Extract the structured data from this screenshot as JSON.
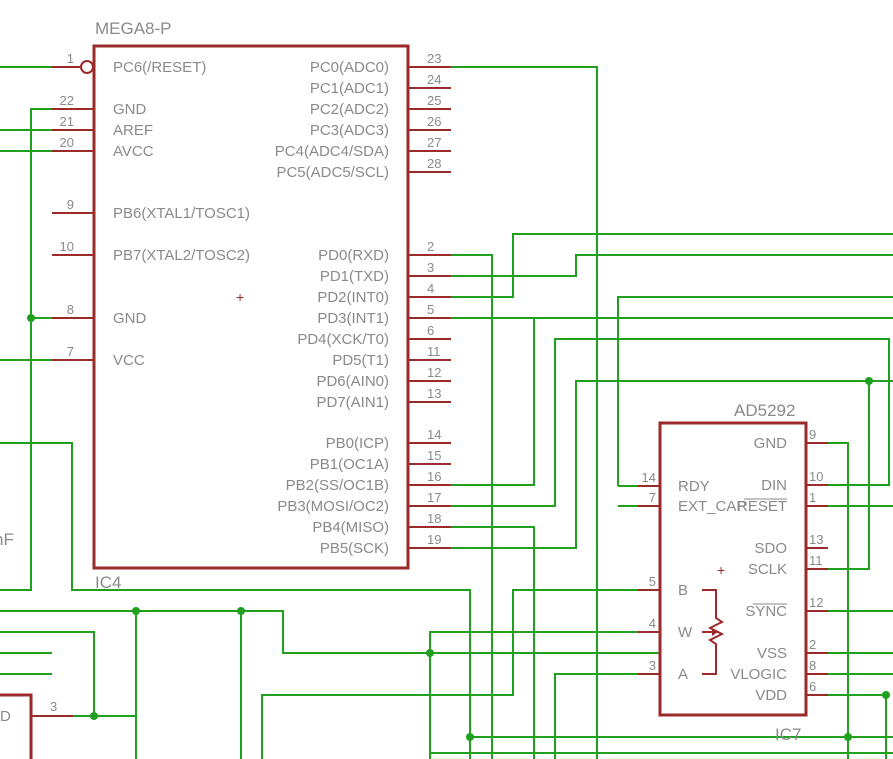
{
  "ic4": {
    "part": "MEGA8-P",
    "ref": "IC4",
    "left_pins": [
      {
        "num": "1",
        "name": "PC6(/RESET)"
      },
      {
        "num": "22",
        "name": "GND"
      },
      {
        "num": "21",
        "name": "AREF"
      },
      {
        "num": "20",
        "name": "AVCC"
      },
      {
        "num": "9",
        "name": "PB6(XTAL1/TOSC1)"
      },
      {
        "num": "10",
        "name": "PB7(XTAL2/TOSC2)"
      },
      {
        "num": "8",
        "name": "GND"
      },
      {
        "num": "7",
        "name": "VCC"
      }
    ],
    "right_pins": [
      {
        "num": "23",
        "name": "PC0(ADC0)"
      },
      {
        "num": "24",
        "name": "PC1(ADC1)"
      },
      {
        "num": "25",
        "name": "PC2(ADC2)"
      },
      {
        "num": "26",
        "name": "PC3(ADC3)"
      },
      {
        "num": "27",
        "name": "PC4(ADC4/SDA)"
      },
      {
        "num": "28",
        "name": "PC5(ADC5/SCL)"
      },
      {
        "num": "2",
        "name": "PD0(RXD)"
      },
      {
        "num": "3",
        "name": "PD1(TXD)"
      },
      {
        "num": "4",
        "name": "PD2(INT0)"
      },
      {
        "num": "5",
        "name": "PD3(INT1)"
      },
      {
        "num": "6",
        "name": "PD4(XCK/T0)"
      },
      {
        "num": "11",
        "name": "PD5(T1)"
      },
      {
        "num": "12",
        "name": "PD6(AIN0)"
      },
      {
        "num": "13",
        "name": "PD7(AIN1)"
      },
      {
        "num": "14",
        "name": "PB0(ICP)"
      },
      {
        "num": "15",
        "name": "PB1(OC1A)"
      },
      {
        "num": "16",
        "name": "PB2(SS/OC1B)"
      },
      {
        "num": "17",
        "name": "PB3(MOSI/OC2)"
      },
      {
        "num": "18",
        "name": "PB4(MISO)"
      },
      {
        "num": "19",
        "name": "PB5(SCK)"
      }
    ]
  },
  "ic7": {
    "part": "AD5292",
    "ref": "IC7",
    "left_pins": [
      {
        "num": "14",
        "name": "RDY"
      },
      {
        "num": "7",
        "name": "EXT_CAP"
      },
      {
        "num": "5",
        "name": "B"
      },
      {
        "num": "4",
        "name": "W"
      },
      {
        "num": "3",
        "name": "A"
      }
    ],
    "right_pins": [
      {
        "num": "9",
        "name": "GND"
      },
      {
        "num": "10",
        "name": "DIN"
      },
      {
        "num": "1",
        "name": "RESET"
      },
      {
        "num": "13",
        "name": "SDO"
      },
      {
        "num": "11",
        "name": "SCLK"
      },
      {
        "num": "12",
        "name": "SYNC"
      },
      {
        "num": "2",
        "name": "VSS"
      },
      {
        "num": "8",
        "name": "VLOGIC"
      },
      {
        "num": "6",
        "name": "VDD"
      }
    ]
  },
  "partial": {
    "cap_fragment": "nF",
    "left_chip_pin_name": "D",
    "left_chip_pin_num": "3"
  },
  "colors": {
    "wire": "#1fa11f",
    "component": "#9b2a2a",
    "text": "#8a8a8a"
  }
}
